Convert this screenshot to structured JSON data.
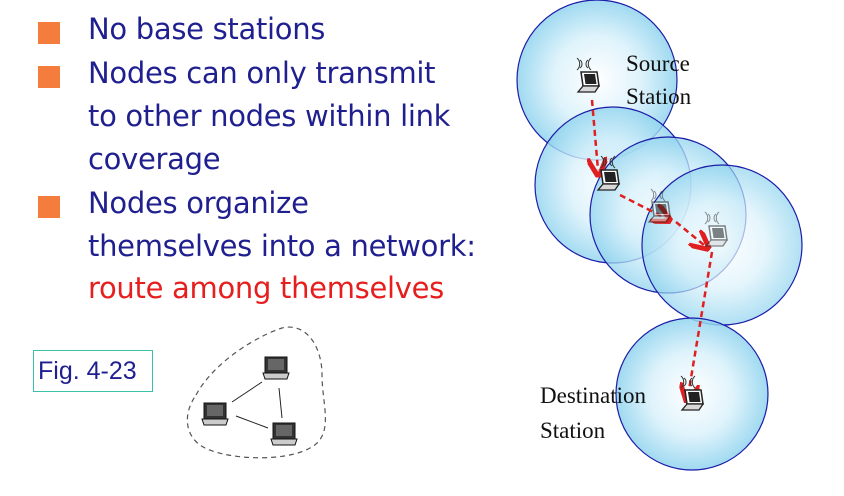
{
  "bullets": [
    {
      "lines": [
        "No base stations"
      ]
    },
    {
      "lines": [
        "Nodes can only transmit",
        "to other nodes within link",
        "coverage"
      ]
    },
    {
      "lines": [
        "Nodes organize",
        "themselves into a network:"
      ],
      "highlight": "route among themselves"
    }
  ],
  "figure_label": "Fig. 4-23",
  "diagram": {
    "source_label": [
      "Source",
      "Station"
    ],
    "destination_label": [
      "Destination",
      "Station"
    ]
  },
  "colors": {
    "text": "#1f1f8f",
    "highlight": "#e61e1e",
    "bullet": "#f47c3c",
    "circle_stroke": "#1c1ca8",
    "arrow": "#e02020"
  }
}
